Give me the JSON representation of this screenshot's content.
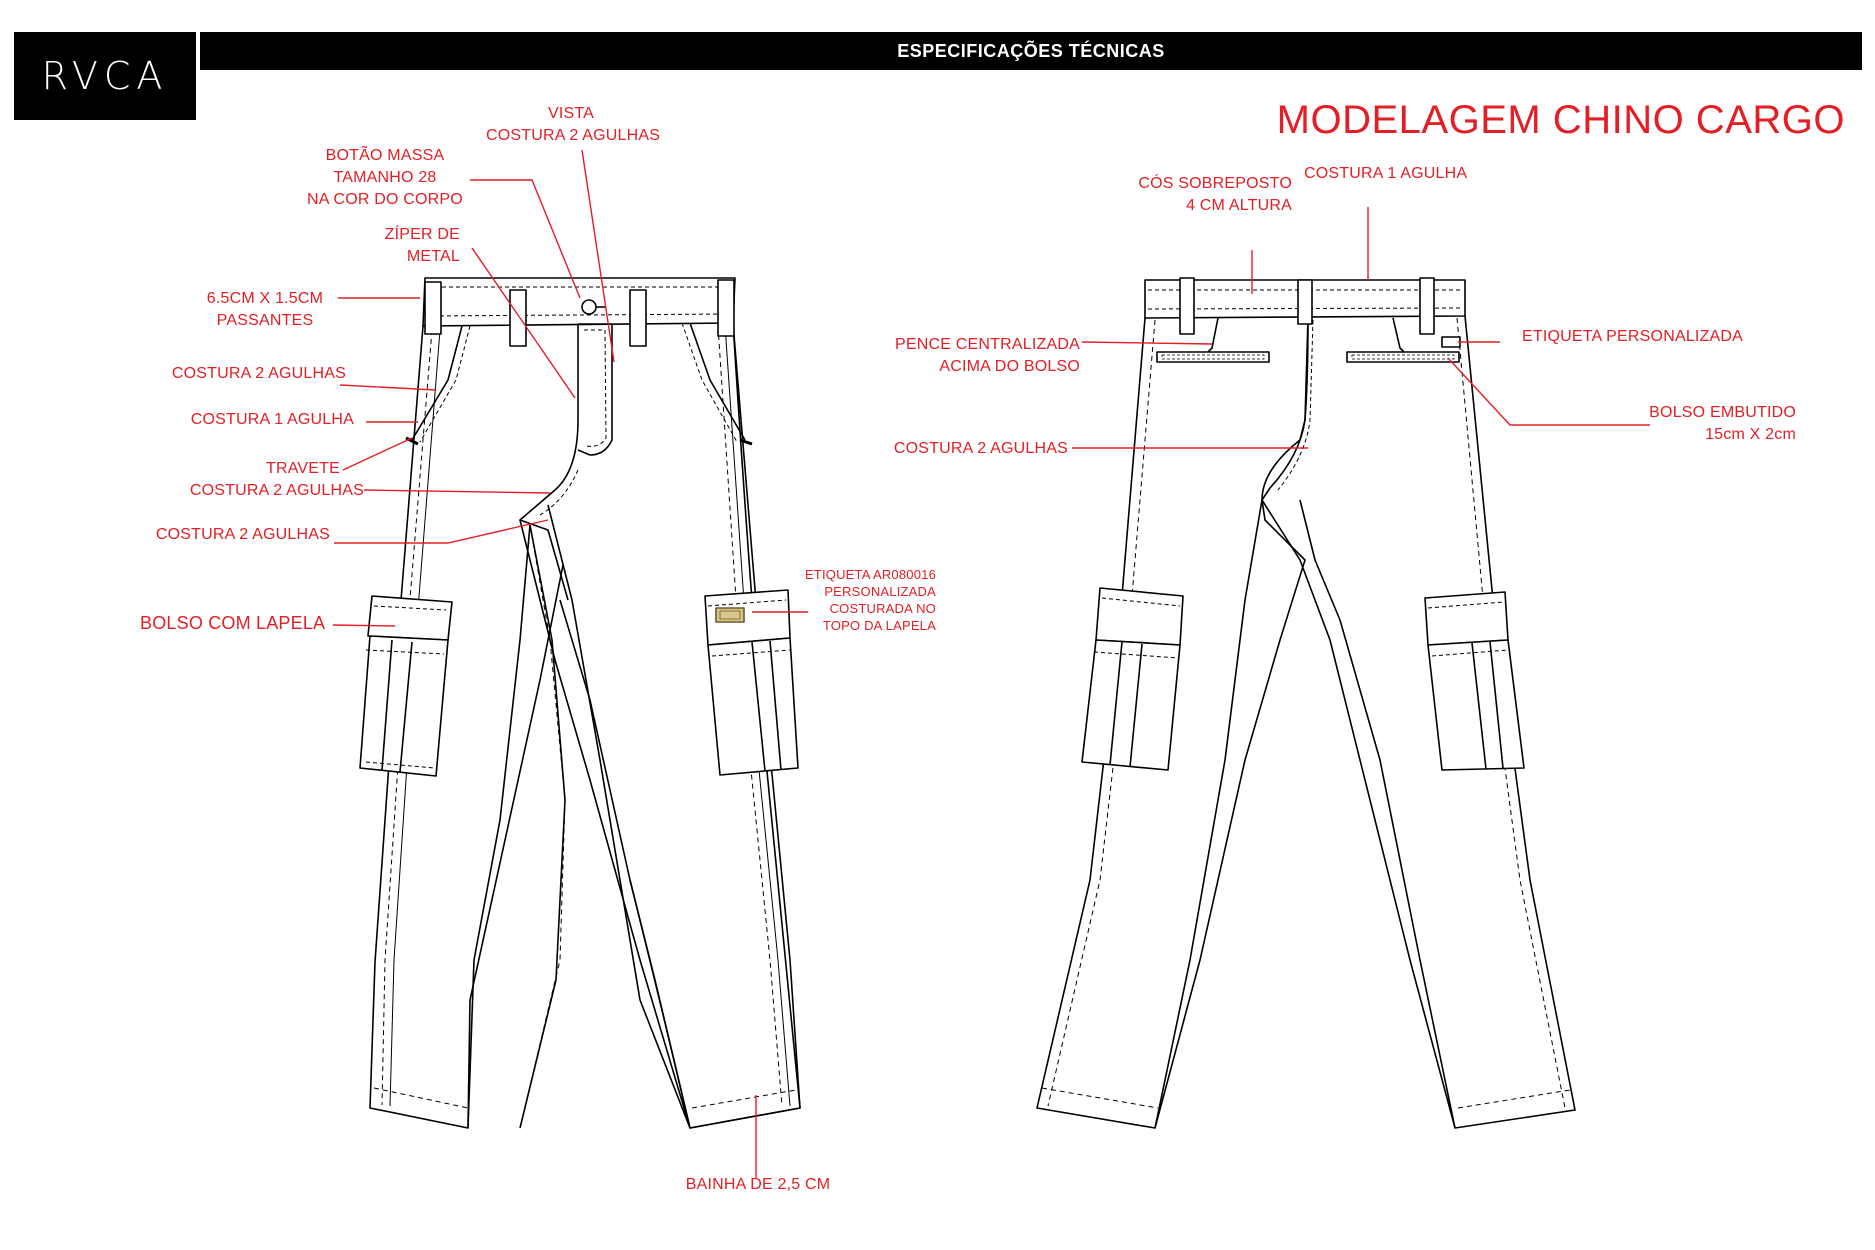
{
  "header": {
    "logo": "RVCA",
    "bar_title": "ESPECIFICAÇÕES TÉCNICAS",
    "title": "MODELAGEM CHINO CARGO"
  },
  "front_labels": {
    "vista": [
      "VISTA",
      "COSTURA 2 AGULHAS"
    ],
    "botao": [
      "BOTÃO MASSA",
      "TAMANHO 28",
      "NA COR DO CORPO"
    ],
    "ziper": [
      "ZÍPER DE",
      "METAL"
    ],
    "passantes": [
      "6.5CM X 1.5CM",
      "PASSANTES"
    ],
    "costura2a": "COSTURA 2 AGULHAS",
    "costura1a": "COSTURA 1 AGULHA",
    "travete": "TRAVETE",
    "costura2b": "COSTURA 2 AGULHAS",
    "costura2c": "COSTURA 2 AGULHAS",
    "bolso_lapela": "BOLSO COM LAPELA",
    "etiqueta_ar": [
      "ETIQUETA AR080016",
      "PERSONALIZADA",
      "COSTURADA NO",
      "TOPO DA LAPELA"
    ],
    "bainha": "BAINHA DE 2,5 CM"
  },
  "back_labels": {
    "cos": [
      "CÓS SOBREPOSTO",
      "4 CM ALTURA"
    ],
    "costura1": "COSTURA 1 AGULHA",
    "pence": [
      "PENCE CENTRALIZADA",
      "ACIMA DO BOLSO"
    ],
    "etiqueta": "ETIQUETA PERSONALIZADA",
    "bolso_embutido": [
      "BOLSO EMBUTIDO",
      "15cm X 2cm"
    ],
    "costura2": "COSTURA 2 AGULHAS"
  },
  "colors": {
    "accent": "#e31e24",
    "ink": "#000000",
    "background": "#ffffff"
  },
  "icons": [
    "rvca-logo",
    "button-icon",
    "label-tag-icon"
  ]
}
